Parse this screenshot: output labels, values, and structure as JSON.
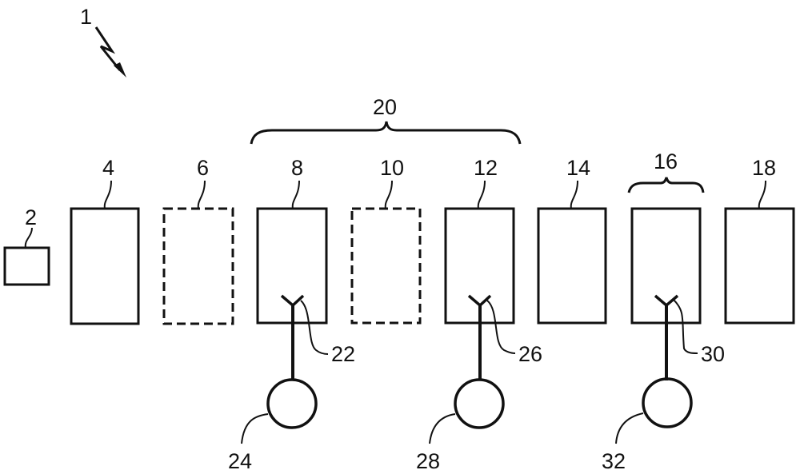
{
  "figure": {
    "system_ref": "1",
    "boxes": [
      {
        "ref": "2",
        "style": "solid"
      },
      {
        "ref": "4",
        "style": "solid"
      },
      {
        "ref": "6",
        "style": "dashed"
      },
      {
        "ref": "8",
        "style": "solid"
      },
      {
        "ref": "10",
        "style": "dashed"
      },
      {
        "ref": "12",
        "style": "solid"
      },
      {
        "ref": "14",
        "style": "solid"
      },
      {
        "ref": "16",
        "style": "solid"
      },
      {
        "ref": "18",
        "style": "solid"
      }
    ],
    "group_brace": {
      "ref": "20",
      "spans": [
        "8",
        "10",
        "12"
      ]
    },
    "antennas": [
      {
        "antenna_ref": "22",
        "circle_ref": "24",
        "in_box": "8"
      },
      {
        "antenna_ref": "26",
        "circle_ref": "28",
        "in_box": "12"
      },
      {
        "antenna_ref": "30",
        "circle_ref": "32",
        "in_box": "16"
      }
    ],
    "colors": {
      "ink": "#111111",
      "background": "#ffffff"
    }
  }
}
